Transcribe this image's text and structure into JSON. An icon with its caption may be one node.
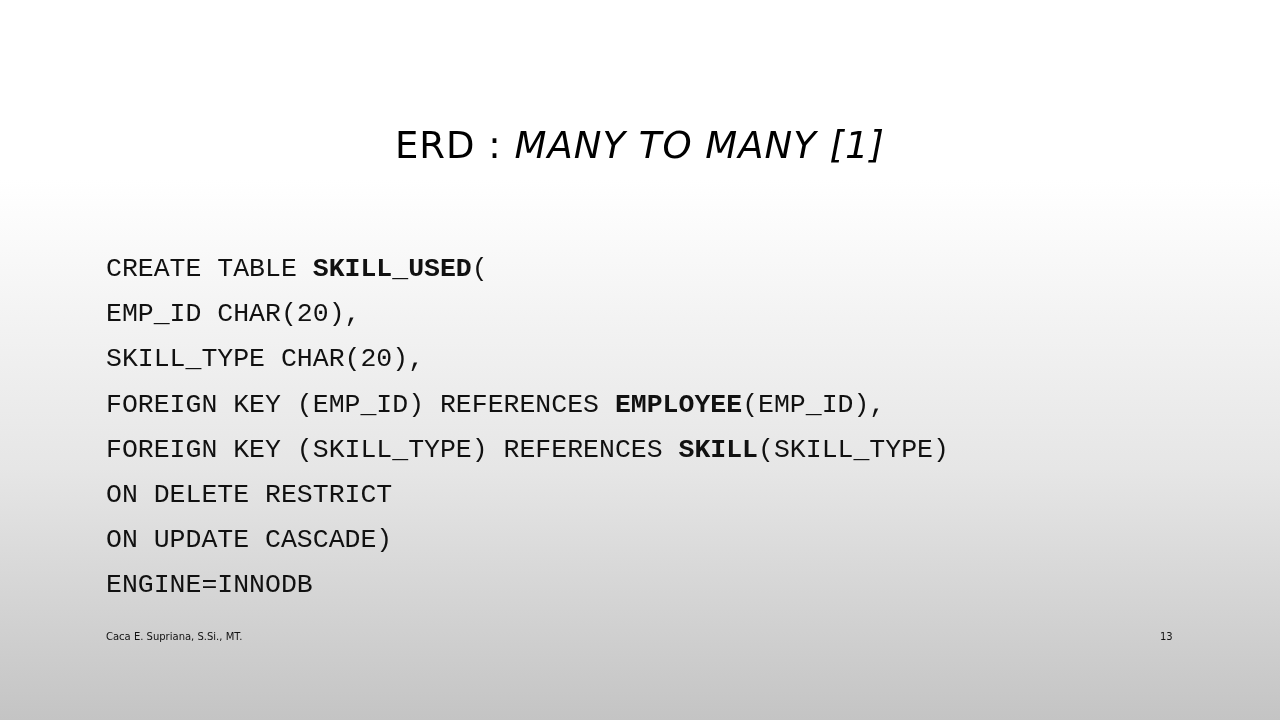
{
  "diagram": {
    "title": "ERD : *MANY TO MANY [1]*",
    "labels": [
      "CREATE TABLE **SKILL_USED**(",
      "EMP_ID CHAR(20),",
      "SKILL_TYPE CHAR(20),",
      "FOREIGN KEY (EMP_ID) REFERENCES **EMPLOYEE**(EMP_ID),",
      "FOREIGN KEY (SKILL_TYPE) REFERENCES **SKILL**(SKILL_TYPE)",
      "ON DELETE RESTRICT",
      "ON UPDATE CASCADE)",
      "ENGINE=INNODB",
      "Caca E. Supriana, S.Si., MT.",
      "13"
    ]
  }
}
